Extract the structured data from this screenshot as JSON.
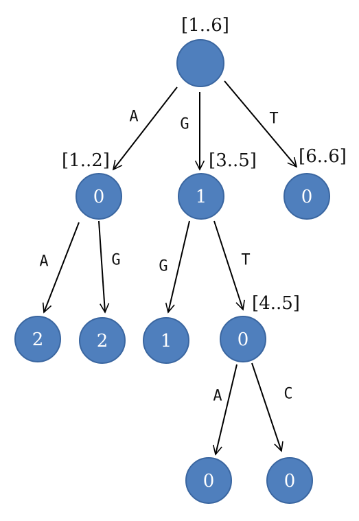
{
  "diagram": {
    "colors": {
      "node_fill": "#4f7fbd",
      "node_stroke": "#3a66a0",
      "text": "#ffffff",
      "edge": "#000000"
    },
    "nodes": [
      {
        "id": "root",
        "value": "",
        "range": "[1..6]"
      },
      {
        "id": "a",
        "value": "0",
        "range": "[1..2]"
      },
      {
        "id": "g",
        "value": "1",
        "range": "[3..5]"
      },
      {
        "id": "t",
        "value": "0",
        "range": "[6..6]"
      },
      {
        "id": "aa",
        "value": "2",
        "range": ""
      },
      {
        "id": "ag",
        "value": "2",
        "range": ""
      },
      {
        "id": "gg",
        "value": "1",
        "range": ""
      },
      {
        "id": "gt",
        "value": "0",
        "range": "[4..5]"
      },
      {
        "id": "gta",
        "value": "0",
        "range": ""
      },
      {
        "id": "gtc",
        "value": "0",
        "range": ""
      }
    ],
    "edges": [
      {
        "from": "root",
        "to": "a",
        "label": "A"
      },
      {
        "from": "root",
        "to": "g",
        "label": "G"
      },
      {
        "from": "root",
        "to": "t",
        "label": "T"
      },
      {
        "from": "a",
        "to": "aa",
        "label": "A"
      },
      {
        "from": "a",
        "to": "ag",
        "label": "G"
      },
      {
        "from": "g",
        "to": "gg",
        "label": "G"
      },
      {
        "from": "g",
        "to": "gt",
        "label": "T"
      },
      {
        "from": "gt",
        "to": "gta",
        "label": "A"
      },
      {
        "from": "gt",
        "to": "gtc",
        "label": "C"
      }
    ]
  }
}
